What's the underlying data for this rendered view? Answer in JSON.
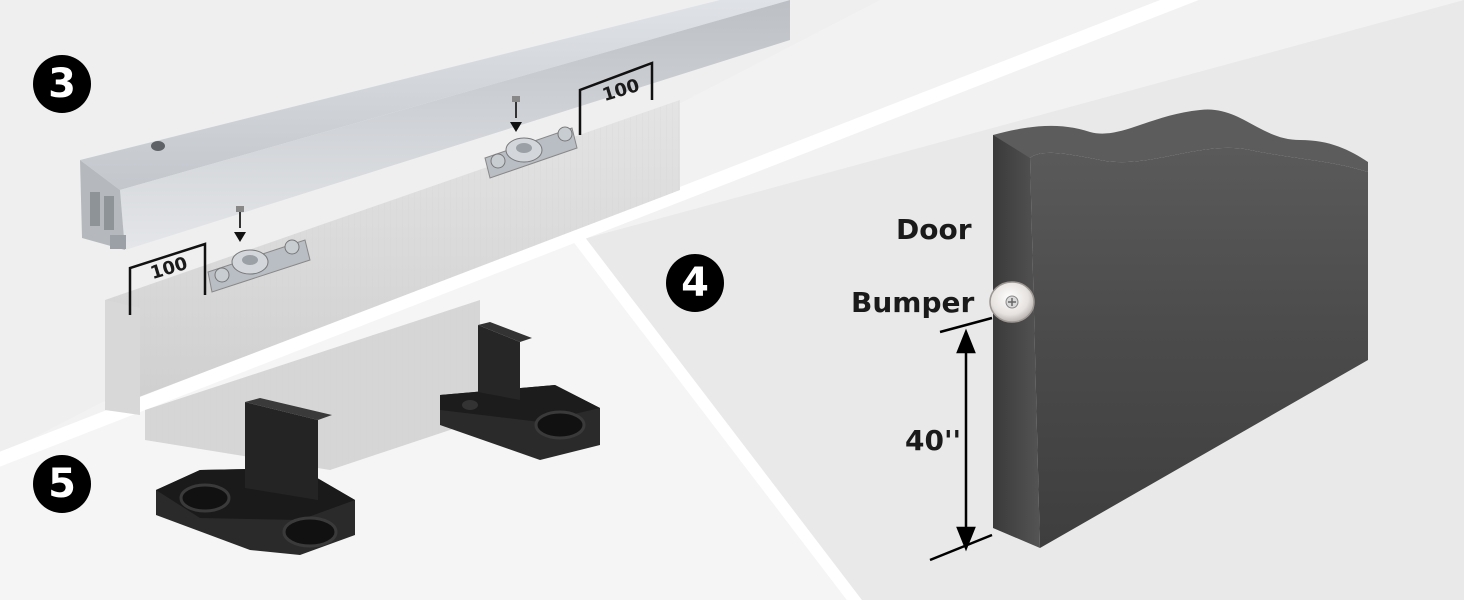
{
  "steps": [
    {
      "number": "3"
    },
    {
      "number": "4"
    },
    {
      "number": "5"
    }
  ],
  "rail_dimensions": {
    "left_measure": "100",
    "right_measure": "100"
  },
  "bumper_detail": {
    "door_label": "Door",
    "bumper_label": "Bumper",
    "height_label": "40''"
  },
  "colors": {
    "background": "#f2f2f2",
    "divider": "#ffffff",
    "panel_tint": "#e9e9e9",
    "rail_aluminum": "#c9ccd0",
    "door_dark": "#4a4a4a",
    "guide_black": "#1c1c1c",
    "badge": "#000000"
  }
}
